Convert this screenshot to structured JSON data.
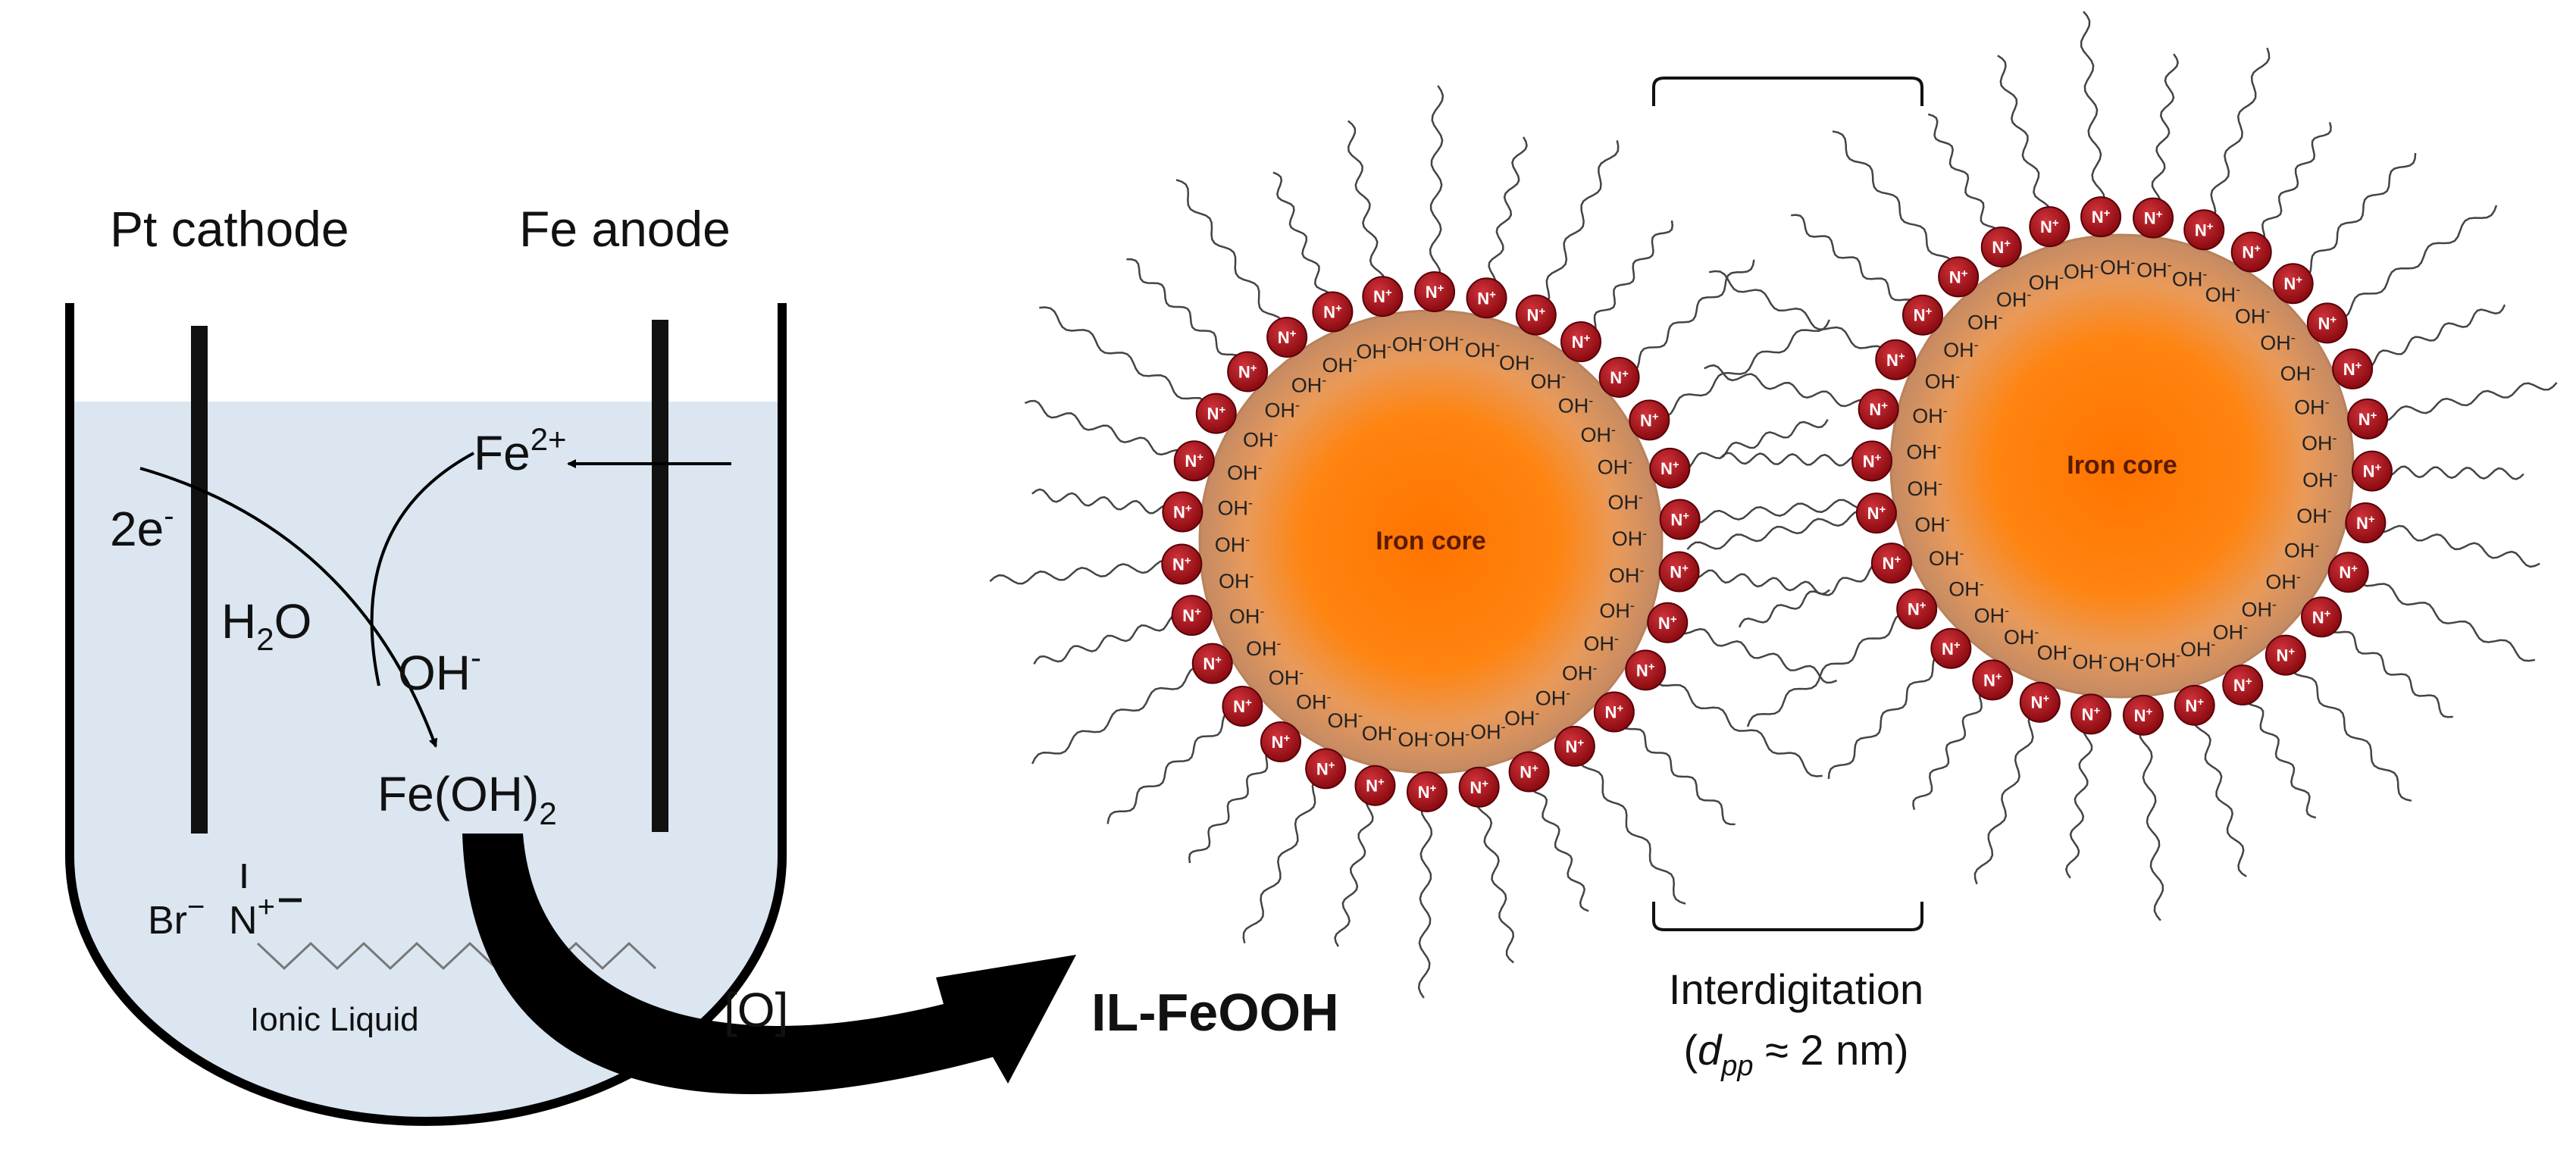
{
  "cell": {
    "cathode_label": "Pt cathode",
    "anode_label": "Fe anode",
    "fe2_label": "Fe",
    "fe2_sup": "2+",
    "electron_label": "2e",
    "electron_sup": "-",
    "water_label": "H",
    "water_sub": "2",
    "water_tail": "O",
    "hydroxide_label": "OH",
    "hydroxide_sup": "-",
    "product_label": "Fe(OH)",
    "product_sub": "2",
    "ion_br": "Br",
    "ion_br_sup": "−",
    "ion_n": "N",
    "ion_n_sup": "+",
    "ionic_liquid_label": "Ionic Liquid",
    "oxidation_label": "[O]"
  },
  "particle": {
    "product_name": "IL-FeOOH",
    "core_label": "Iron core",
    "hydroxyl_label": "OH",
    "hydroxyl_sup": "-",
    "cation_label": "N",
    "cation_sup": "+",
    "interdigitation_label": "Interdigitation",
    "distance_open": "(",
    "distance_var": "d",
    "distance_sub": "pp",
    "distance_value": " ≈ 2 nm)"
  },
  "colors": {
    "electrolyte": "#dbe6f1",
    "core_center": "#ff7a00",
    "core_edge": "#c98a5e",
    "cation": "#a0131a",
    "arrow": "#000000"
  }
}
